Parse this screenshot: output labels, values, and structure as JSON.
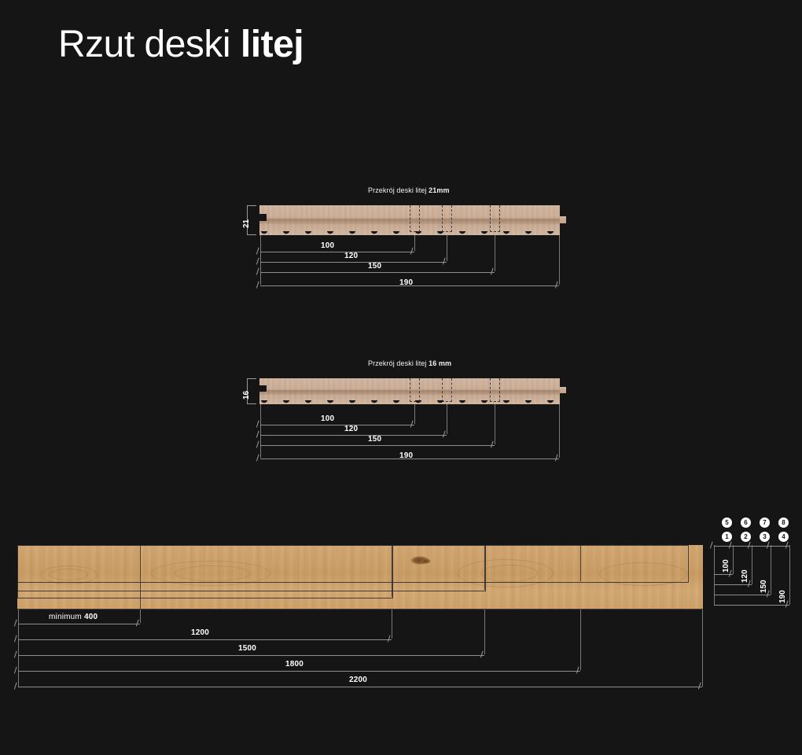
{
  "page": {
    "title_main": "Rzut deski ",
    "title_bold": "litej",
    "background_color": "#151515"
  },
  "sections": [
    {
      "id": "cross-section-21",
      "title_prefix": "Przekrój deski litej  ",
      "title_value": "21mm",
      "thickness_label": "21",
      "widths": [
        "100",
        "120",
        "150",
        "190"
      ]
    },
    {
      "id": "cross-section-16",
      "title_prefix": "Przekrój deski litej  ",
      "title_value": "16 mm",
      "thickness_label": "16",
      "widths": [
        "100",
        "120",
        "150",
        "190"
      ]
    }
  ],
  "plan_view": {
    "lengths": [
      {
        "label_prefix": "minimum ",
        "label_value": "400"
      },
      {
        "label_prefix": "",
        "label_value": "1200"
      },
      {
        "label_prefix": "",
        "label_value": "1500"
      },
      {
        "label_prefix": "",
        "label_value": "1800"
      },
      {
        "label_prefix": "",
        "label_value": "2200"
      }
    ]
  },
  "width_legend": {
    "badges_top": [
      "5",
      "6",
      "7",
      "8"
    ],
    "badges_bottom": [
      "1",
      "2",
      "3",
      "4"
    ],
    "widths": [
      "100",
      "120",
      "150",
      "190"
    ]
  },
  "chart_data": {
    "type": "table",
    "title": "Rzut deski litej",
    "thickness_options_mm": [
      21,
      16
    ],
    "width_options_mm": [
      100,
      120,
      150,
      190
    ],
    "length_options_mm": [
      400,
      1200,
      1500,
      1800,
      2200
    ],
    "length_minimum_mm": 400,
    "variant_badges": {
      "1": {
        "width_mm": 100,
        "thickness_mm": 16
      },
      "2": {
        "width_mm": 120,
        "thickness_mm": 16
      },
      "3": {
        "width_mm": 150,
        "thickness_mm": 16
      },
      "4": {
        "width_mm": 190,
        "thickness_mm": 16
      },
      "5": {
        "width_mm": 100,
        "thickness_mm": 21
      },
      "6": {
        "width_mm": 120,
        "thickness_mm": 21
      },
      "7": {
        "width_mm": 150,
        "thickness_mm": 21
      },
      "8": {
        "width_mm": 190,
        "thickness_mm": 21
      }
    }
  }
}
